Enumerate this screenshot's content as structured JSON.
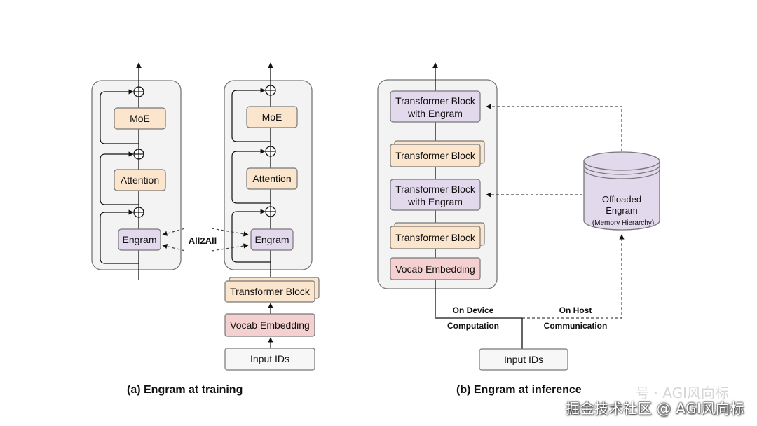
{
  "colors": {
    "moe": "#fbe5cc",
    "attention": "#fbe5cc",
    "transformer": "#fbe5cc",
    "engram": "#e3d9ec",
    "transformer_engram": "#e3d9ec",
    "vocab": "#f5d0d0",
    "input": "#f7f7f7",
    "offloaded": "#e3d9ec",
    "panel": "#f3f3f3",
    "stroke": "#777777"
  },
  "training": {
    "caption": "(a) Engram at training",
    "left": {
      "moe": "MoE",
      "attention": "Attention",
      "engram": "Engram"
    },
    "right": {
      "moe": "MoE",
      "attention": "Attention",
      "engram": "Engram",
      "transformer": "Transformer Block",
      "vocab": "Vocab Embedding",
      "input": "Input IDs"
    },
    "link_label": "All2All"
  },
  "inference": {
    "caption": "(b) Engram at inference",
    "blocks": {
      "tb_engram_top": [
        "Transformer Block",
        "with Engram"
      ],
      "tb_top": "Transformer Block",
      "tb_engram_mid": [
        "Transformer Block",
        "with Engram"
      ],
      "tb_bottom": "Transformer Block",
      "vocab": "Vocab Embedding"
    },
    "input": "Input IDs",
    "offloaded": [
      "Offloaded",
      "Engram",
      "(Memory Hierarchy)"
    ],
    "on_device": [
      "On Device",
      "Computation"
    ],
    "on_host": [
      "On Host",
      "Communication"
    ]
  },
  "watermark": {
    "main": "掘金技术社区 @ AGI风向标",
    "faint": "号 · AGI风向标"
  }
}
